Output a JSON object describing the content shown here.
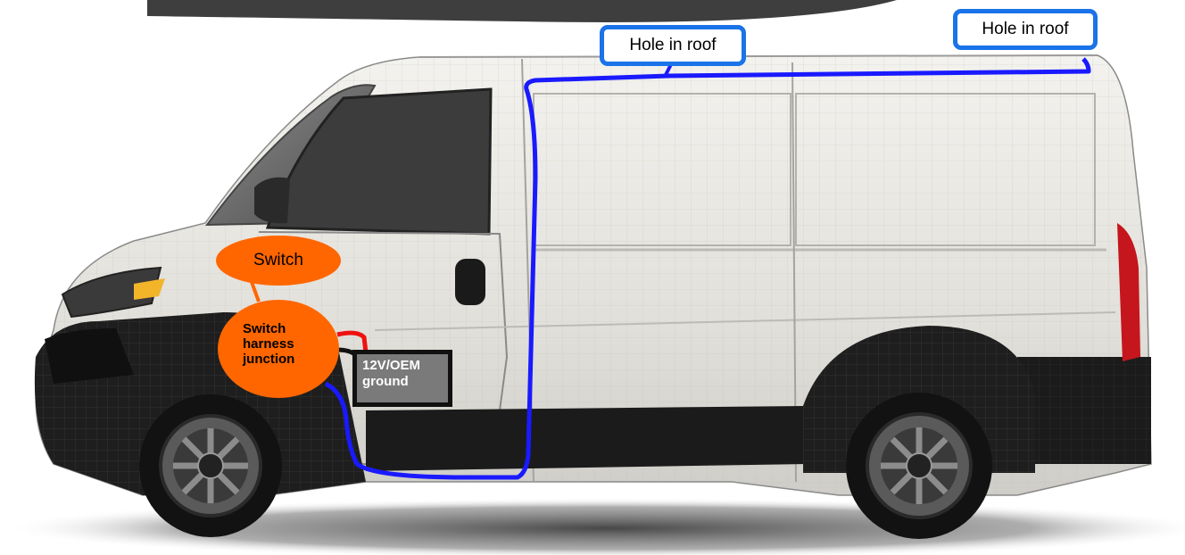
{
  "labels": {
    "hole_roof_front": "Hole in roof",
    "hole_roof_rear": "Hole in roof",
    "switch": "Switch",
    "junction_line1": "Switch",
    "junction_line2": "harness",
    "junction_line3": "junction",
    "ground_line1": "12V/OEM",
    "ground_line2": "ground"
  },
  "colors": {
    "wire_route": "#1a1aff",
    "wire_power": "#ee1111",
    "wire_ground": "#111111",
    "callout_border": "#1a73e8",
    "switch_oval": "#ff6600",
    "ground_box": "#7a7a7a",
    "van_body": "#e6e4df",
    "van_trim": "#141414"
  },
  "icons": [
    "van-illustration",
    "wheel-icon"
  ]
}
